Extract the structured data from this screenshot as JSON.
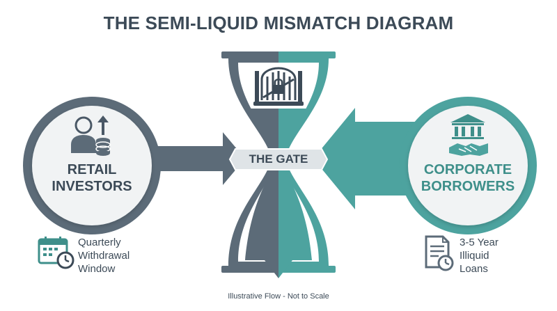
{
  "title": "THE SEMI-LIQUID MISMATCH DIAGRAM",
  "left": {
    "label_line1": "RETAIL",
    "label_line2": "INVESTORS",
    "icon": "investor-with-coins-icon",
    "note_line1": "Quarterly",
    "note_line2": "Withdrawal",
    "note_line3": "Window",
    "note_icon": "calendar-clock-icon"
  },
  "right": {
    "label_line1": "CORPORATE",
    "label_line2": "BORROWERS",
    "icon": "bank-handshake-icon",
    "note_line1": "3-5 Year",
    "note_line2": "Illiquid",
    "note_line3": "Loans",
    "note_icon": "document-clock-icon"
  },
  "center": {
    "gate_label": "THE GATE",
    "icon": "locked-gate-icon",
    "shape": "hourglass"
  },
  "footer": "Illustrative Flow - Not to Scale",
  "colors": {
    "slate": "#5c6b78",
    "slate_dark": "#3c4a57",
    "teal": "#4da39f",
    "teal_dark": "#3e8f8a",
    "circle_fill": "#f1f3f4",
    "gate_band": "#dfe4e7"
  }
}
